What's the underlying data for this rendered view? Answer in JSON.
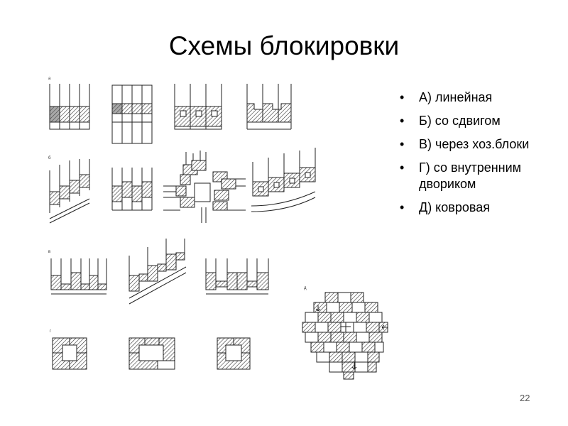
{
  "title": "Схемы блокировки",
  "bullets": [
    "А) линейная",
    "Б) со сдвигом",
    "В) через  хоз.блоки",
    "Г) со внутренним двориком",
    "Д) ковровая"
  ],
  "figure_labels": {
    "a": "а",
    "b": "б",
    "v": "в",
    "g": "г",
    "d": "д"
  },
  "page_number": "22"
}
